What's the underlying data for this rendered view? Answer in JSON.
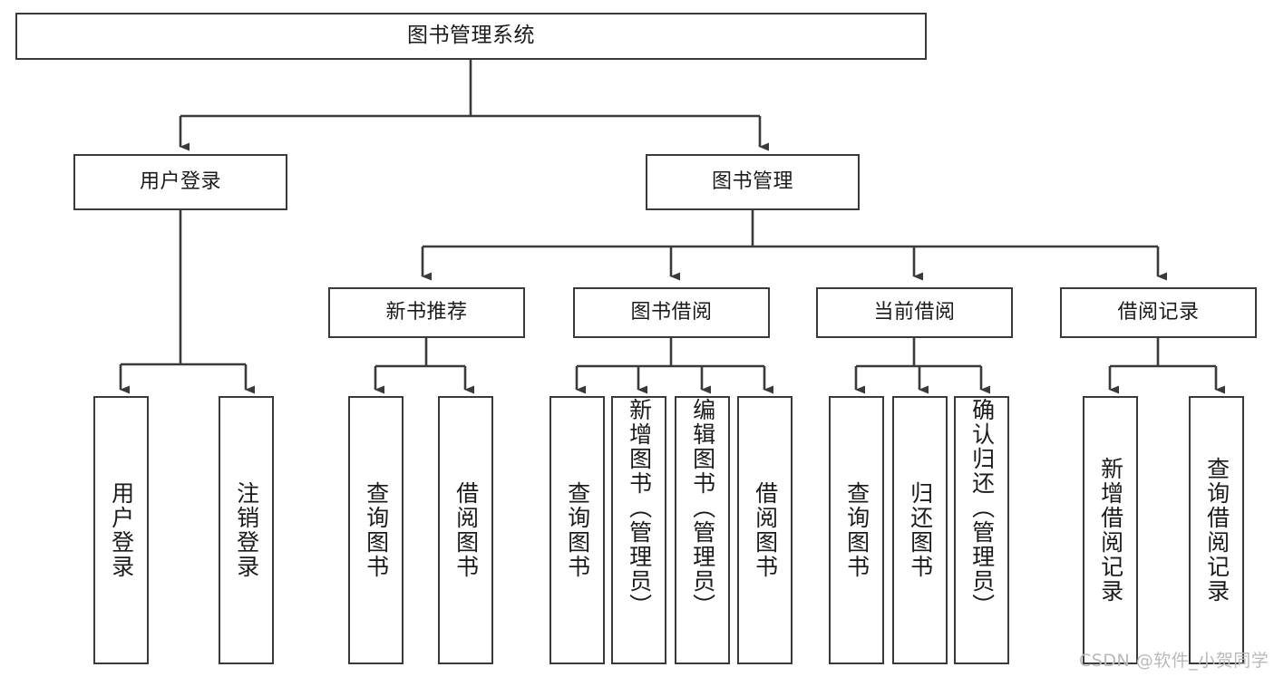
{
  "diagram": {
    "title": "图书管理系统",
    "type": "tree",
    "watermark": "CSDN @软件_小贺同学",
    "stroke_color": "#3a3a3a",
    "background_color": "#ffffff",
    "text_color": "#1b1b1b",
    "watermark_color": "#b9b9b9"
  },
  "nodes": {
    "root": {
      "label": "图书管理系统"
    },
    "level2": [
      {
        "id": "user_login",
        "label": "用户登录"
      },
      {
        "id": "book_mgmt",
        "label": "图书管理"
      }
    ],
    "level3": [
      {
        "id": "new_book_rec",
        "label": "新书推荐"
      },
      {
        "id": "book_borrow",
        "label": "图书借阅"
      },
      {
        "id": "current_borrow",
        "label": "当前借阅"
      },
      {
        "id": "borrow_record",
        "label": "借阅记录"
      }
    ],
    "leaves": {
      "user_login": [
        {
          "id": "leaf_user_login",
          "label": "用户登录"
        },
        {
          "id": "leaf_logout",
          "label": "注销登录"
        }
      ],
      "new_book_rec": [
        {
          "id": "leaf_query_book_1",
          "label": "查询图书"
        },
        {
          "id": "leaf_borrow_book_1",
          "label": "借阅图书"
        }
      ],
      "book_borrow": [
        {
          "id": "leaf_query_book_2",
          "label": "查询图书"
        },
        {
          "id": "leaf_add_book",
          "label": "新增图书（管理员）"
        },
        {
          "id": "leaf_edit_book",
          "label": "编辑图书（管理员）"
        },
        {
          "id": "leaf_borrow_book_2",
          "label": "借阅图书"
        }
      ],
      "current_borrow": [
        {
          "id": "leaf_query_book_3",
          "label": "查询图书"
        },
        {
          "id": "leaf_return_book",
          "label": "归还图书"
        },
        {
          "id": "leaf_confirm_return",
          "label": "确认归还（管理员）"
        }
      ],
      "borrow_record": [
        {
          "id": "leaf_add_record",
          "label": "新增借阅记录"
        },
        {
          "id": "leaf_query_record",
          "label": "查询借阅记录"
        }
      ]
    }
  }
}
